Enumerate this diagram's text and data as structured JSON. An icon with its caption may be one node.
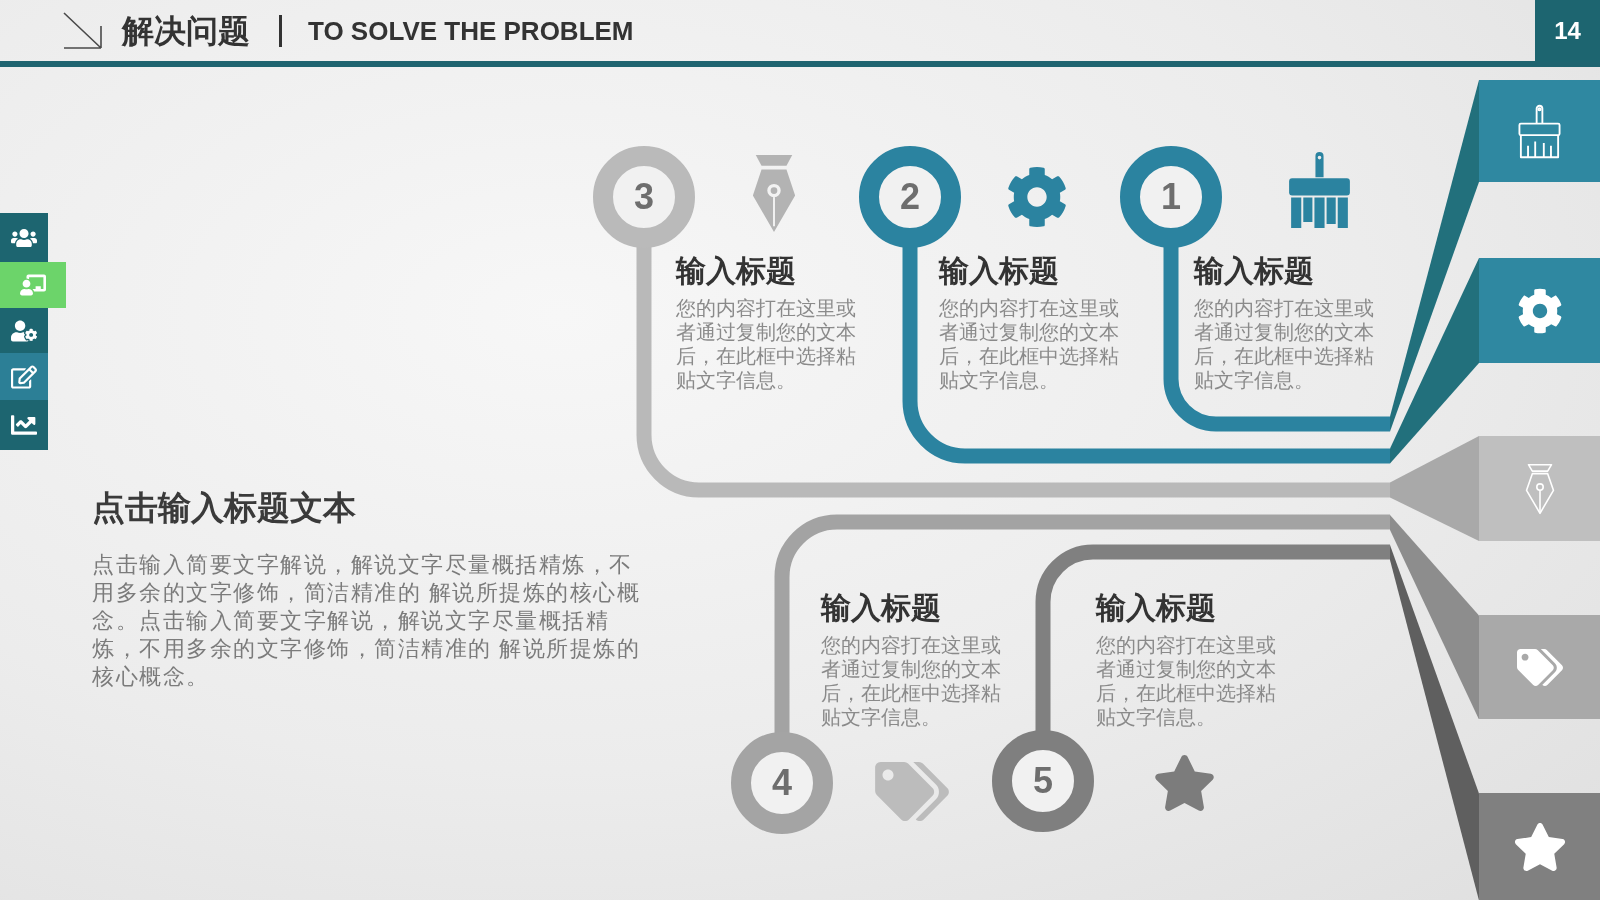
{
  "diagram": {
    "title": "解决问题",
    "nodes": [
      {
        "text": [
          "3"
        ],
        "beside": [
          "输入标题",
          "您的内容打在这里或者通过复制您的文本后，在此框中选择粘贴文字信息。"
        ]
      },
      {
        "text": [
          "2"
        ],
        "beside": [
          "输入标题",
          "您的内容打在这里或者通过复制您的文本后，在此框中选择粘贴文字信息。"
        ]
      },
      {
        "text": [
          "1"
        ],
        "beside": [
          "输入标题",
          "您的内容打在这里或者通过复制您的文本后，在此框中选择粘贴文字信息。"
        ]
      },
      {
        "text": [
          "4"
        ],
        "beside": [
          "输入标题",
          "您的内容打在这里或者通过复制您的文本后，在此框中选择粘贴文字信息。"
        ]
      },
      {
        "text": [
          "5"
        ],
        "beside": [
          "输入标题",
          "您的内容打在这里或者通过复制您的文本后，在此框中选择粘贴文字信息。"
        ]
      },
      {
        "text": [],
        "shape": "trapezoid"
      },
      {
        "text": [],
        "shape": "trapezoid"
      },
      {
        "text": [],
        "shape": "trapezoid"
      },
      {
        "text": [],
        "shape": "trapezoid"
      },
      {
        "text": [],
        "shape": "trapezoid"
      },
      {
        "text": [],
        "shape": "box"
      },
      {
        "text": [],
        "shape": "box"
      },
      {
        "text": [],
        "shape": "box"
      },
      {
        "text": [],
        "shape": "box"
      },
      {
        "text": [],
        "shape": "box"
      }
    ],
    "edges": [
      {
        "from": 0,
        "to": 7,
        "arrow": "none",
        "color": "#b9b9b9"
      },
      {
        "from": 1,
        "to": 6,
        "arrow": "none",
        "color": "#2b83a0"
      },
      {
        "from": 2,
        "to": 5,
        "arrow": "none",
        "color": "#2b83a0"
      },
      {
        "from": 3,
        "to": 8,
        "arrow": "none",
        "color": "#a3a3a3"
      },
      {
        "from": 4,
        "to": 9,
        "arrow": "none",
        "color": "#808080"
      }
    ],
    "labels": [
      "TO SOLVE THE PROBLEM",
      "14",
      "点击输入标题文本",
      "点击输入简要文字解说，解说文字尽量概括精炼，不用多余的文字修饰，简洁精准的 解说所提炼的核心概念。点击输入简要文字解说，解说文字尽量概括精炼，不用多余的文字修饰，简洁精准的 解说所提炼的核心概念。"
    ]
  }
}
